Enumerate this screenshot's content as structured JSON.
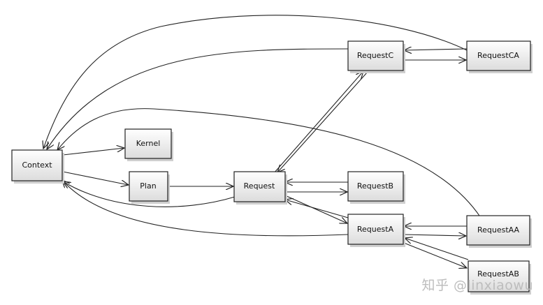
{
  "nodes": {
    "context": "Context",
    "kernel": "Kernel",
    "plan": "Plan",
    "request": "Request",
    "requestB": "RequestB",
    "requestA": "RequestA",
    "requestAA": "RequestAA",
    "requestAB": "RequestAB",
    "requestC": "RequestC",
    "requestCA": "RequestCA"
  },
  "watermark": "知乎 @linxiaowu"
}
